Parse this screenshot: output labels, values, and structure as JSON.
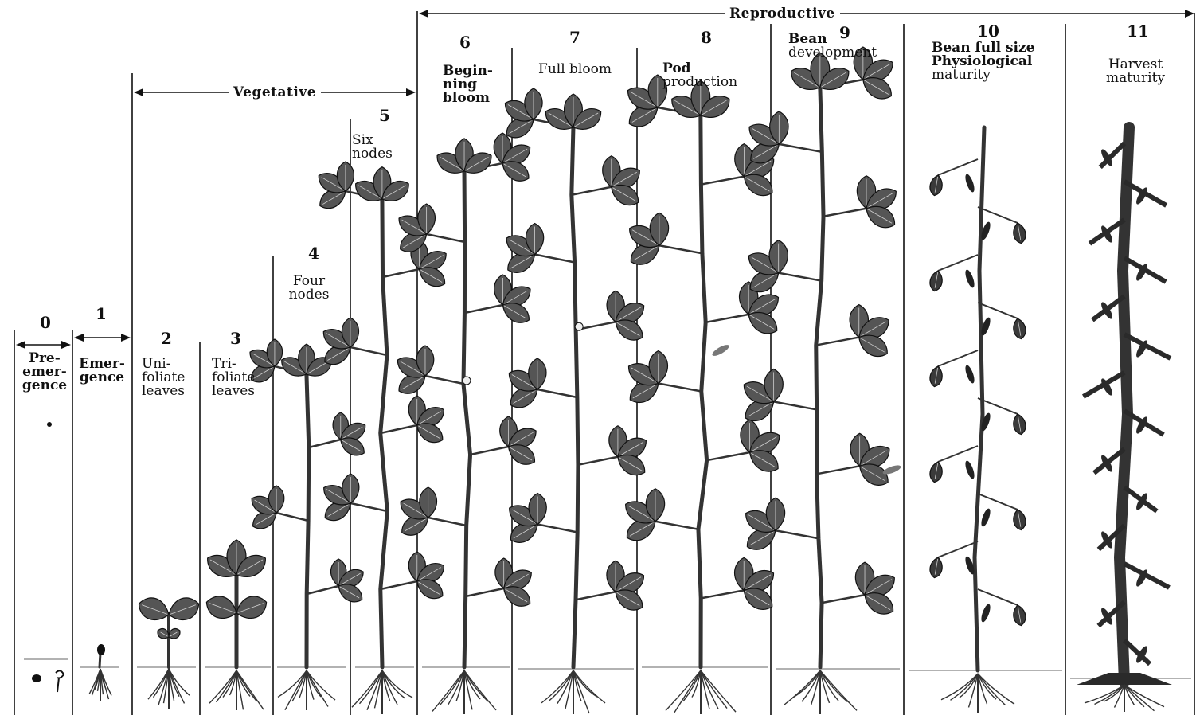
{
  "phases": {
    "vegetative": "Vegetative",
    "reproductive": "Reproductive"
  },
  "stages": [
    {
      "number": "0",
      "lines": [
        "Pre-",
        "emer-",
        "gence"
      ]
    },
    {
      "number": "1",
      "lines": [
        "Emer-",
        "gence"
      ]
    },
    {
      "number": "2",
      "lines": [
        "Uni-",
        "foliate",
        "leaves"
      ]
    },
    {
      "number": "3",
      "lines": [
        "Tri-",
        "foliate",
        "leaves"
      ]
    },
    {
      "number": "4",
      "lines": [
        "Four",
        "nodes"
      ]
    },
    {
      "number": "5",
      "lines": [
        "Six",
        "nodes"
      ]
    },
    {
      "number": "6",
      "lines": [
        "Begin-",
        "ning",
        "bloom"
      ]
    },
    {
      "number": "7",
      "lines": [
        "Full bloom"
      ]
    },
    {
      "number": "8",
      "lines": [
        "Pod",
        "production"
      ]
    },
    {
      "number": "9",
      "lines": [
        "Bean",
        "development"
      ]
    },
    {
      "number": "10",
      "lines": [
        "Bean full size",
        "Physiological",
        "maturity"
      ]
    },
    {
      "number": "11",
      "lines": [
        "Harvest",
        "maturity"
      ]
    }
  ],
  "colors": {
    "leaf": "#555555",
    "stem": "#333333",
    "ink": "#111111",
    "dead_plant": "#2a2a2a"
  }
}
